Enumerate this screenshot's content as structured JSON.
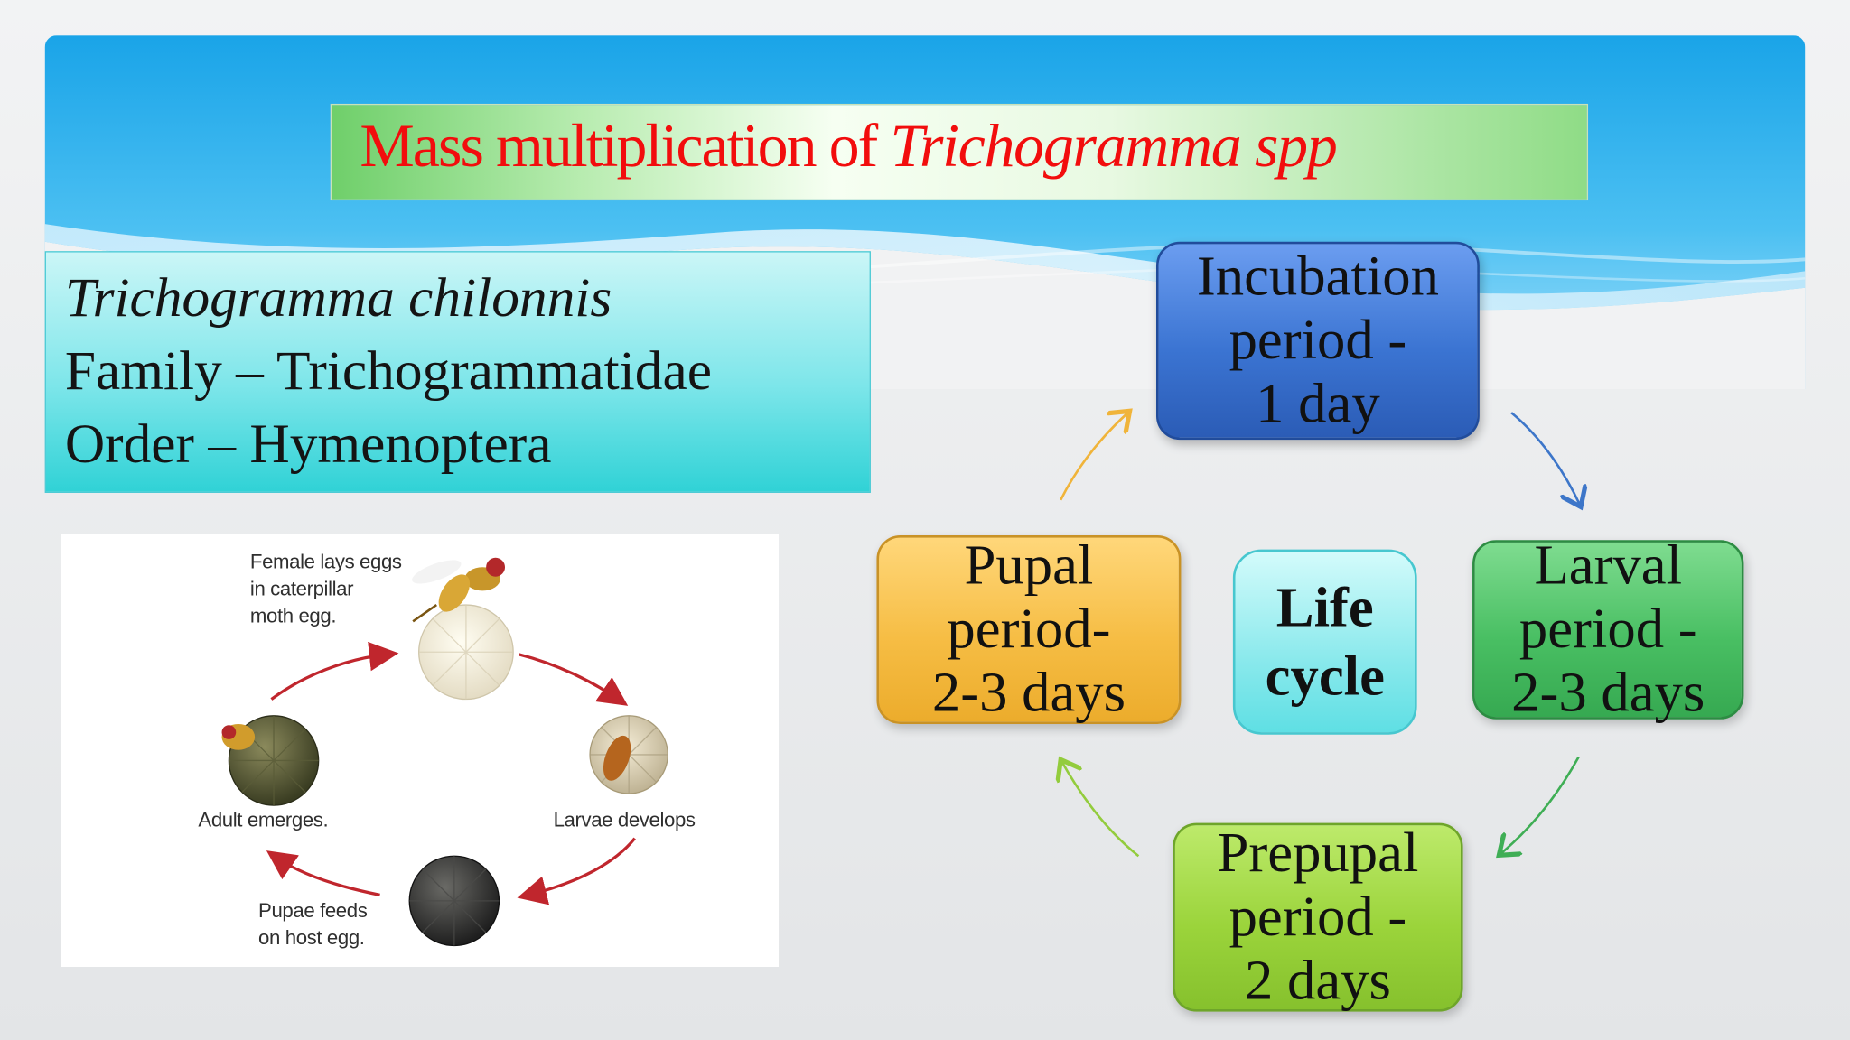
{
  "title": {
    "plain": "Mass multiplication of",
    "italic": "Trichogramma  spp"
  },
  "info": {
    "species": "Trichogramma chilonnis",
    "family": "Family – Trichogrammatidae",
    "order": "Order – Hymenoptera"
  },
  "illustration": {
    "captions": {
      "female": [
        "Female lays eggs",
        "in caterpillar",
        "moth egg."
      ],
      "larvae": "Larvae develops",
      "pupae": [
        "Pupae feeds",
        "on host egg."
      ],
      "adult": "Adult emerges."
    }
  },
  "cycle": {
    "center": [
      "Life",
      "cycle"
    ],
    "incubation": [
      "Incubation",
      "period -",
      "1 day"
    ],
    "larval": [
      "Larval",
      "period -",
      "2-3 days"
    ],
    "prepupal": [
      "Prepupal",
      "period -",
      "2 days"
    ],
    "pupal": [
      "Pupal",
      "period-",
      "2-3 days"
    ]
  },
  "colors": {
    "title_text": "#f20d0d",
    "incubation": "#3b74d2",
    "larval": "#49bf63",
    "prepupal": "#9bd43b",
    "pupal": "#f6bd44",
    "center": "#8ae9ec",
    "arrow_blue": "#3d76c9",
    "arrow_green": "#3fae55",
    "arrow_lime": "#93cc3d",
    "arrow_orange": "#f0b43a",
    "photo_arrow_red": "#c0262d"
  }
}
